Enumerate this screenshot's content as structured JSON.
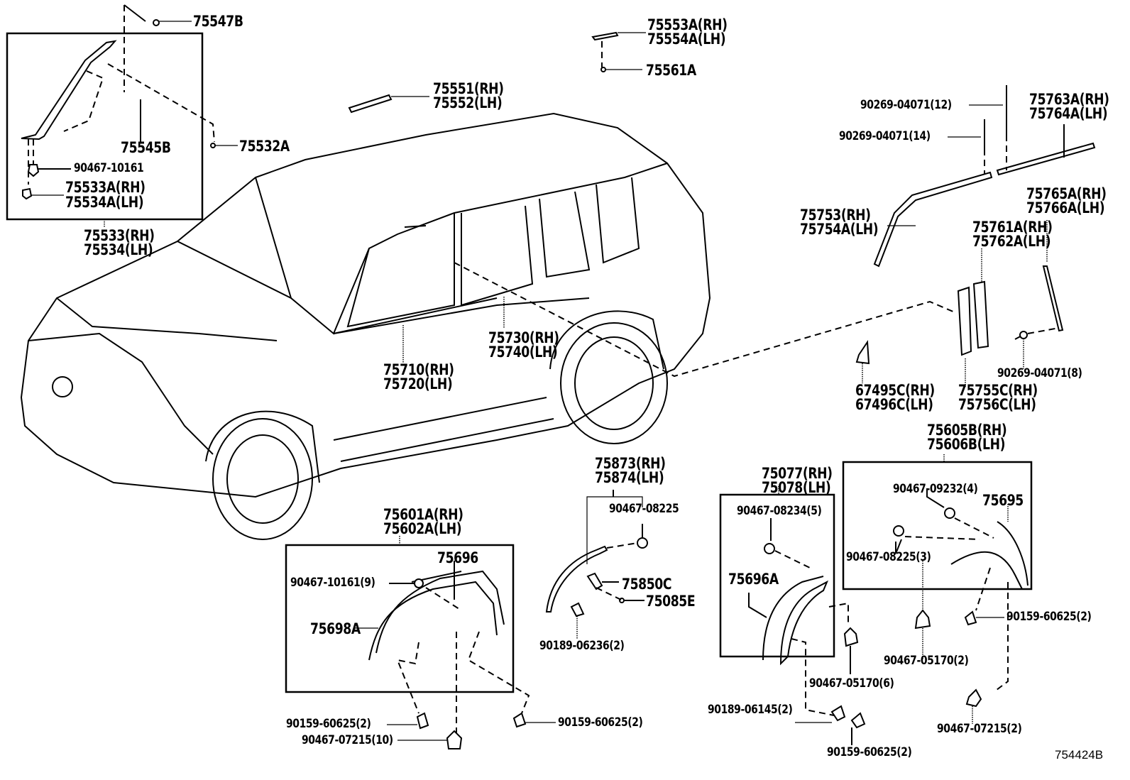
{
  "diagram": {
    "type": "parts-exploded-view",
    "subject": "SUV exterior mouldings and wheel arch trim",
    "figure_code": "754424B",
    "labels": {
      "p75547B": "75547B",
      "p75545B": "75545B",
      "p75532A": "75532A",
      "p90467_10161": "90467-10161",
      "p75533A": "75533A(RH)",
      "p75534A": "75534A(LH)",
      "p75533": "75533(RH)",
      "p75534": "75534(LH)",
      "p75553A": "75553A(RH)",
      "p75554A": "75554A(LH)",
      "p75561A": "75561A",
      "p75551": "75551(RH)",
      "p75552": "75552(LH)",
      "p90269_12": "90269-04071(12)",
      "p90269_14": "90269-04071(14)",
      "p75763A": "75763A(RH)",
      "p75764A": "75764A(LH)",
      "p75753": "75753(RH)",
      "p75754A": "75754A(LH)",
      "p75765A": "75765A(RH)",
      "p75766A": "75766A(LH)",
      "p75761A": "75761A(RH)",
      "p75762A": "75762A(LH)",
      "p75730": "75730(RH)",
      "p75740": "75740(LH)",
      "p75710": "75710(RH)",
      "p75720": "75720(LH)",
      "p67495C": "67495C(RH)",
      "p67496C": "67496C(LH)",
      "p75755C": "75755C(RH)",
      "p75756C": "75756C(LH)",
      "p90269_8": "90269-04071(8)",
      "p75605B": "75605B(RH)",
      "p75606B": "75606B(LH)",
      "p75873": "75873(RH)",
      "p75874": "75874(LH)",
      "p75077": "75077(RH)",
      "p75078": "75078(LH)",
      "p90467_09232": "90467-09232(4)",
      "p75695": "75695",
      "p90467_08234": "90467-08234(5)",
      "p90467_08225": "90467-08225",
      "p90467_08225_3": "90467-08225(3)",
      "p75601A": "75601A(RH)",
      "p75602A": "75602A(LH)",
      "p75696": "75696",
      "p90467_10161_9": "90467-10161(9)",
      "p75698A": "75698A",
      "p75850C": "75850C",
      "p75085E": "75085E",
      "p75696A": "75696A",
      "p90189_06236": "90189-06236(2)",
      "p90159_60625_r": "90159-60625(2)",
      "p90467_05170_2": "90467-05170(2)",
      "p90467_05170_6": "90467-05170(6)",
      "p90189_06145": "90189-06145(2)",
      "p90159_60625_l": "90159-60625(2)",
      "p90467_07215_10": "90467-07215(10)",
      "p90159_60625_m": "90159-60625(2)",
      "p90159_60625_b": "90159-60625(2)",
      "p90467_07215_2": "90467-07215(2)"
    }
  }
}
